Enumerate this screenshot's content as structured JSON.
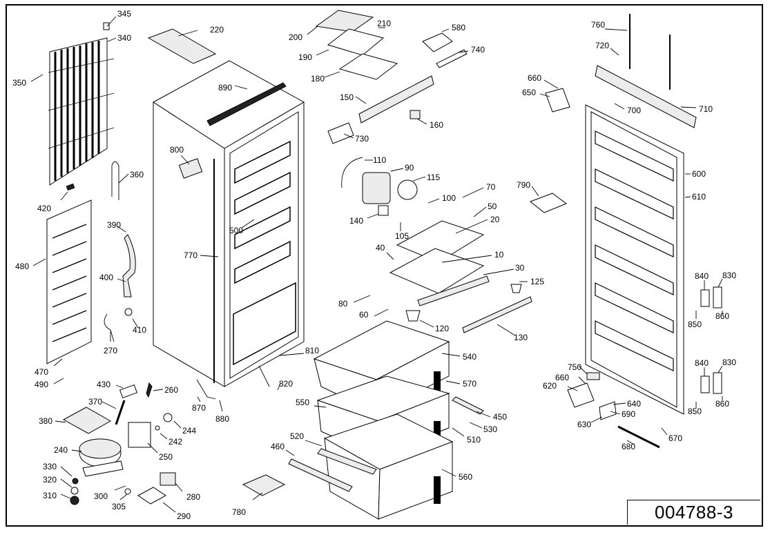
{
  "drawing_id": "004788-3",
  "callouts": [
    {
      "key": "c345",
      "text": "345"
    },
    {
      "key": "c340",
      "text": "340"
    },
    {
      "key": "c350",
      "text": "350"
    },
    {
      "key": "c220",
      "text": "220"
    },
    {
      "key": "c890",
      "text": "890"
    },
    {
      "key": "c800",
      "text": "800"
    },
    {
      "key": "c360",
      "text": "360"
    },
    {
      "key": "c420",
      "text": "420"
    },
    {
      "key": "c390",
      "text": "390"
    },
    {
      "key": "c500",
      "text": "500"
    },
    {
      "key": "c770",
      "text": "770"
    },
    {
      "key": "c480",
      "text": "480"
    },
    {
      "key": "c400",
      "text": "400"
    },
    {
      "key": "c410",
      "text": "410"
    },
    {
      "key": "c270",
      "text": "270"
    },
    {
      "key": "c470",
      "text": "470"
    },
    {
      "key": "c490",
      "text": "490"
    },
    {
      "key": "c430",
      "text": "430"
    },
    {
      "key": "c260",
      "text": "260"
    },
    {
      "key": "c370",
      "text": "370"
    },
    {
      "key": "c380",
      "text": "380"
    },
    {
      "key": "c244",
      "text": "244"
    },
    {
      "key": "c242",
      "text": "242"
    },
    {
      "key": "c240",
      "text": "240"
    },
    {
      "key": "c250",
      "text": "250"
    },
    {
      "key": "c330",
      "text": "330"
    },
    {
      "key": "c320",
      "text": "320"
    },
    {
      "key": "c310",
      "text": "310"
    },
    {
      "key": "c300",
      "text": "300"
    },
    {
      "key": "c305",
      "text": "305"
    },
    {
      "key": "c280",
      "text": "280"
    },
    {
      "key": "c290",
      "text": "290"
    },
    {
      "key": "c870",
      "text": "870"
    },
    {
      "key": "c880",
      "text": "880"
    },
    {
      "key": "c820",
      "text": "820"
    },
    {
      "key": "c810",
      "text": "810"
    },
    {
      "key": "c780",
      "text": "780"
    },
    {
      "key": "c200",
      "text": "200"
    },
    {
      "key": "c210",
      "text": "210"
    },
    {
      "key": "c190",
      "text": "190"
    },
    {
      "key": "c180",
      "text": "180"
    },
    {
      "key": "c580",
      "text": "580"
    },
    {
      "key": "c740",
      "text": "740"
    },
    {
      "key": "c150",
      "text": "150"
    },
    {
      "key": "c160",
      "text": "160"
    },
    {
      "key": "c730",
      "text": "730"
    },
    {
      "key": "c110",
      "text": "110"
    },
    {
      "key": "c90",
      "text": "90"
    },
    {
      "key": "c115",
      "text": "115"
    },
    {
      "key": "c70",
      "text": "70"
    },
    {
      "key": "c100",
      "text": "100"
    },
    {
      "key": "c50",
      "text": "50"
    },
    {
      "key": "c140",
      "text": "140"
    },
    {
      "key": "c20",
      "text": "20"
    },
    {
      "key": "c105",
      "text": "105"
    },
    {
      "key": "c40",
      "text": "40"
    },
    {
      "key": "c10",
      "text": "10"
    },
    {
      "key": "c30",
      "text": "30"
    },
    {
      "key": "c125",
      "text": "125"
    },
    {
      "key": "c80",
      "text": "80"
    },
    {
      "key": "c60",
      "text": "60"
    },
    {
      "key": "c120",
      "text": "120"
    },
    {
      "key": "c130",
      "text": "130"
    },
    {
      "key": "c540",
      "text": "540"
    },
    {
      "key": "c570",
      "text": "570"
    },
    {
      "key": "c550",
      "text": "550"
    },
    {
      "key": "c450",
      "text": "450"
    },
    {
      "key": "c530",
      "text": "530"
    },
    {
      "key": "c510",
      "text": "510"
    },
    {
      "key": "c520",
      "text": "520"
    },
    {
      "key": "c460",
      "text": "460"
    },
    {
      "key": "c560",
      "text": "560"
    },
    {
      "key": "c760",
      "text": "760"
    },
    {
      "key": "c720",
      "text": "720"
    },
    {
      "key": "c660a",
      "text": "660"
    },
    {
      "key": "c650",
      "text": "650"
    },
    {
      "key": "c700",
      "text": "700"
    },
    {
      "key": "c710",
      "text": "710"
    },
    {
      "key": "c790",
      "text": "790"
    },
    {
      "key": "c600",
      "text": "600"
    },
    {
      "key": "c610",
      "text": "610"
    },
    {
      "key": "c840a",
      "text": "840"
    },
    {
      "key": "c830a",
      "text": "830"
    },
    {
      "key": "c850a",
      "text": "850"
    },
    {
      "key": "c860a",
      "text": "860"
    },
    {
      "key": "c750",
      "text": "750"
    },
    {
      "key": "c660b",
      "text": "660"
    },
    {
      "key": "c620",
      "text": "620"
    },
    {
      "key": "c640",
      "text": "640"
    },
    {
      "key": "c690",
      "text": "690"
    },
    {
      "key": "c630",
      "text": "630"
    },
    {
      "key": "c670",
      "text": "670"
    },
    {
      "key": "c680",
      "text": "680"
    },
    {
      "key": "c840b",
      "text": "840"
    },
    {
      "key": "c830b",
      "text": "830"
    },
    {
      "key": "c850b",
      "text": "850"
    },
    {
      "key": "c860b",
      "text": "860"
    }
  ]
}
